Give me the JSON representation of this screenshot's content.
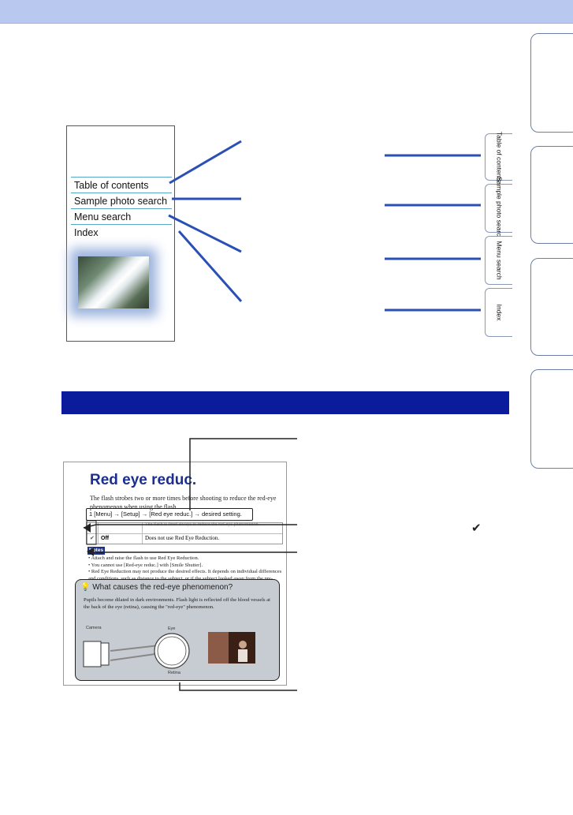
{
  "right_tabs": [
    "tab-1",
    "tab-2",
    "tab-3",
    "tab-4"
  ],
  "device_menu": {
    "items": [
      "Table of contents",
      "Sample photo search",
      "Menu search",
      "Index"
    ]
  },
  "side_tabs": [
    "Table of contents",
    "Sample photo search",
    "Menu search",
    "Index"
  ],
  "manual_page": {
    "title": "Red eye reduc.",
    "intro": "The flash strobes two or more times before shooting to reduce the red-eye phenomenon when using the flash.",
    "step_number": "1",
    "step_text": "[Menu] → [Setup] → [Red eye reduc.] → desired setting.",
    "options": [
      {
        "mark": "",
        "name": "",
        "desc": "The flash is fired always to reduce the red-eye phenomenon."
      },
      {
        "mark": "✔",
        "name": "Off",
        "desc": "Does not use Red Eye Reduction."
      }
    ],
    "notes_label": "Notes",
    "notes": [
      "Attach and raise the flash to use Red Eye Reduction.",
      "You cannot use [Red-eye reduc.] with [Smile Shutter].",
      "Red Eye Reduction may not produce the desired effects. It depends on individual differences and conditions, such as distance to the subject, or if the subject looked away from the pre-strobe."
    ],
    "box_title": "What causes the red-eye phenomenon?",
    "box_text": "Pupils become dilated in dark environments. Flash light is reflected off the blood vessels at the back of the eye (retina), causing the \"red-eye\" phenomenon.",
    "diagram_labels": {
      "camera": "Camera",
      "eye": "Eye",
      "retina": "Retina"
    }
  },
  "checkmark_icon": "✔",
  "colors": {
    "top_bar": "#b9c8ee",
    "section_bar": "#0a1b9c",
    "connector": "#2a4fb5",
    "page_title": "#1a2f8f"
  }
}
